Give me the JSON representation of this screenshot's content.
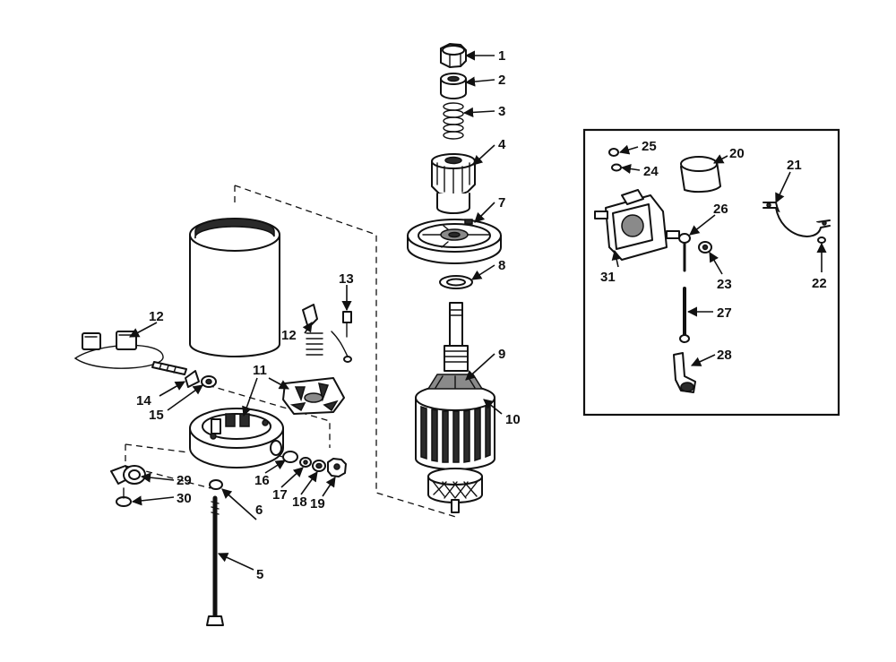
{
  "callouts": {
    "c1": "1",
    "c2": "2",
    "c3": "3",
    "c4": "4",
    "c5": "5",
    "c6": "6",
    "c7": "7",
    "c8": "8",
    "c9": "9",
    "c10": "10",
    "c11": "11",
    "c12a": "12",
    "c12b": "12",
    "c13": "13",
    "c14": "14",
    "c15": "15",
    "c16": "16",
    "c17": "17",
    "c18": "18",
    "c19": "19",
    "c20": "20",
    "c21": "21",
    "c22": "22",
    "c23": "23",
    "c24": "24",
    "c25": "25",
    "c26": "26",
    "c27": "27",
    "c28": "28",
    "c29": "29",
    "c30": "30",
    "c31": "31"
  }
}
